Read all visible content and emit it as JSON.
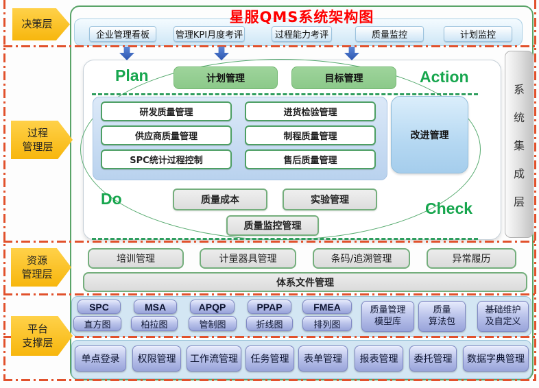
{
  "title": "星服QMS系统架构图",
  "sidebar_layers": {
    "decision": "决策层",
    "process": [
      "过程",
      "管理层"
    ],
    "resource": [
      "资源",
      "管理层"
    ],
    "platform": [
      "平台",
      "支撑层"
    ]
  },
  "integration_layer": [
    "系",
    "统",
    "集",
    "成",
    "层"
  ],
  "decision_row": [
    "企业管理看板",
    "管理KPI月度考评",
    "过程能力考评",
    "质量监控",
    "计划监控"
  ],
  "pdca": {
    "plan_label": "Plan",
    "do_label": "Do",
    "check_label": "Check",
    "action_label": "Action",
    "plan_boxes": [
      "计划管理",
      "目标管理"
    ],
    "process_left": [
      "研发质量管理",
      "供应商质量管理",
      "SPC统计过程控制"
    ],
    "process_right": [
      "进货检验管理",
      "制程质量管理",
      "售后质量管理"
    ],
    "improve_box": "改进管理",
    "do_boxes": [
      "质量成本",
      "实验管理"
    ],
    "check_box": "质量监控管理"
  },
  "resource_row": [
    "培训管理",
    "计量器具管理",
    "条码/追溯管理",
    "异常履历"
  ],
  "resource_wide": "体系文件管理",
  "platform_tools": {
    "top": [
      "SPC",
      "MSA",
      "APQP",
      "PPAP",
      "FMEA"
    ],
    "bottom": [
      "直方图",
      "柏拉图",
      "管制图",
      "折线图",
      "排列图"
    ],
    "tall": [
      [
        "质量管理",
        "模型库"
      ],
      [
        "质量",
        "算法包"
      ],
      [
        "基础维护",
        "及自定义"
      ]
    ]
  },
  "services_row": [
    "单点登录",
    "权限管理",
    "工作流管理",
    "任务管理",
    "表单管理",
    "报表管理",
    "委托管理",
    "数据字典管理"
  ],
  "colors": {
    "title_red": "#fe0000",
    "frame_red": "#e1512c",
    "frame_green": "#5aa468",
    "pdca_green": "#17a64e",
    "layer_yellow": "#f7b60d",
    "module_lavender": "#99a4da",
    "panel_blue": "#d3e6f3",
    "improve_blue": "#b5d8f2",
    "arrow_blue": "#2c55b0"
  }
}
